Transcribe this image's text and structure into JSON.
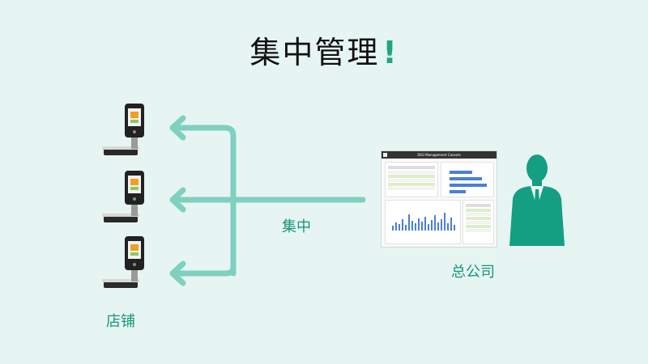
{
  "title": {
    "text": "集中管理",
    "mark": "!"
  },
  "labels": {
    "center": "集中",
    "headquarters": "总公司",
    "stores": "店铺"
  },
  "console": {
    "window_title": "DIGI Management Console"
  },
  "colors": {
    "background": "#e6f5f2",
    "arrow": "#7fd0bf",
    "accent_text": "#16957a",
    "person": "#149e82",
    "bars": "#4a7fd4"
  }
}
